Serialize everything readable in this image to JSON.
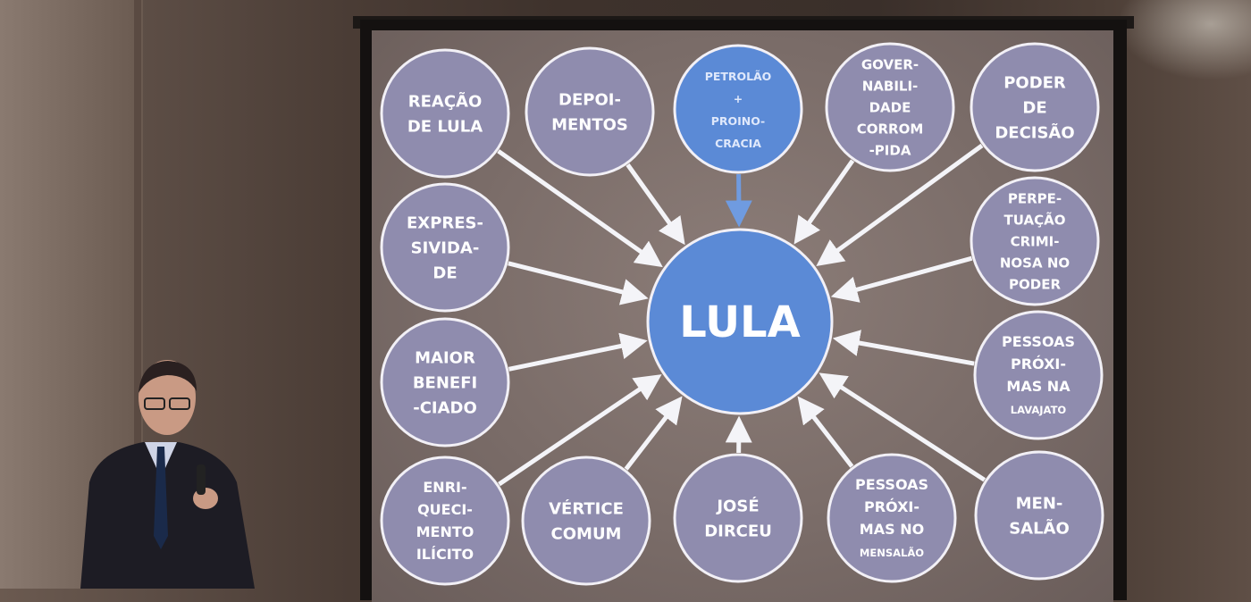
{
  "diagram": {
    "center": {
      "label": "LULA"
    },
    "nodes": [
      {
        "id": "reacao-de-lula",
        "lines": [
          "REAÇÃO",
          "DE LULA"
        ]
      },
      {
        "id": "depoimentos",
        "lines": [
          "DEPOI-",
          "MENTOS"
        ]
      },
      {
        "id": "petrolao",
        "lines": [
          "PETROLÃO",
          "+",
          "PROINO-",
          "CRACIA"
        ],
        "highlight": true
      },
      {
        "id": "governabilidade",
        "lines": [
          "GOVER-",
          "NABILI-",
          "DADE",
          "CORROM",
          "-PIDA"
        ]
      },
      {
        "id": "poder-de-decisao",
        "lines": [
          "PODER",
          "DE",
          "DECISÃO"
        ]
      },
      {
        "id": "expressividade",
        "lines": [
          "EXPRES-",
          "SIVIDA-",
          "DE"
        ]
      },
      {
        "id": "perpetuacao",
        "lines": [
          "PERPE-",
          "TUAÇÃO",
          "CRIMI-",
          "NOSA NO",
          "PODER"
        ]
      },
      {
        "id": "maior-beneficiado",
        "lines": [
          "MAIOR",
          "BENEFI",
          "-CIADO"
        ]
      },
      {
        "id": "pessoas-lavajato",
        "lines": [
          "PESSOAS",
          "PRÓXI-",
          "MAS NA",
          "LAVAJATO"
        ]
      },
      {
        "id": "enriquecimento",
        "lines": [
          "ENRI-",
          "QUECI-",
          "MENTO",
          "ILÍCITO"
        ]
      },
      {
        "id": "vertice-comum",
        "lines": [
          "VÉRTICE",
          "COMUM"
        ]
      },
      {
        "id": "jose-dirceu",
        "lines": [
          "JOSÉ",
          "DIRCEU"
        ]
      },
      {
        "id": "pessoas-mensalao",
        "lines": [
          "PESSOAS",
          "PRÓXI-",
          "MAS NO",
          "MENSALÃO"
        ]
      },
      {
        "id": "mensalao",
        "lines": [
          "MEN-",
          "SALÃO"
        ]
      }
    ]
  },
  "colors": {
    "node_fill": "#8f8cae",
    "node_stroke": "#f2f0f6",
    "highlight_fill": "#5b8ad6",
    "center_fill": "#5b8ad6",
    "arrow": "#f4f4f8",
    "highlight_arrow": "#6f9be0"
  }
}
